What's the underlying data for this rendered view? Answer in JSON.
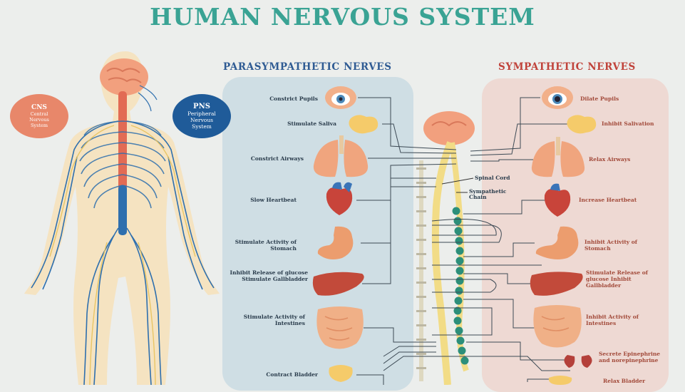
{
  "title": "HUMAN NERVOUS SYSTEM",
  "colors": {
    "title": "#3aa394",
    "para_header": "#2f5b93",
    "symp_header": "#c0423a",
    "para_panel": "#cfdee4",
    "symp_panel": "#eed9d3",
    "nerve_blue": "#2e6fae",
    "spine_yellow": "#f2dc86",
    "spine_green": "#2c8f7a",
    "cns_circle": "#e8876a",
    "pns_circle": "#1f5b99"
  },
  "body_map": {
    "cns": {
      "title": "CNS",
      "lines": [
        "Central",
        "Nervous",
        "System"
      ]
    },
    "pns": {
      "title": "PNS",
      "lines": [
        "Peripheral",
        "Nervous",
        "System"
      ]
    }
  },
  "parasympathetic": {
    "header": "PARASYMPATHETIC NERVES",
    "items": [
      {
        "label": "Constrict Pupils",
        "organ": "eye-icon"
      },
      {
        "label": "Stimulate Saliva",
        "organ": "salivary-gland-icon"
      },
      {
        "label": "Constrict Airways",
        "organ": "lungs-icon"
      },
      {
        "label": "Slow Heartbeat",
        "organ": "heart-icon"
      },
      {
        "label": "Stimulate Activity of Stomach",
        "organ": "stomach-icon"
      },
      {
        "label": "Inhibit Release of glucose Stimulate Gallbladder",
        "organ": "liver-icon"
      },
      {
        "label": "Stimulate Activity of Intestines",
        "organ": "intestines-icon"
      },
      {
        "label": "Contract Bladder",
        "organ": "bladder-icon"
      }
    ]
  },
  "sympathetic": {
    "header": "SYMPATHETIC NERVES",
    "items": [
      {
        "label": "Dilate Pupils",
        "organ": "eye-icon"
      },
      {
        "label": "Inhibit Salivation",
        "organ": "salivary-gland-icon"
      },
      {
        "label": "Relax Airways",
        "organ": "lungs-icon"
      },
      {
        "label": "Increase Heartbeat",
        "organ": "heart-icon"
      },
      {
        "label": "Inhibit Activity of Stomach",
        "organ": "stomach-icon"
      },
      {
        "label": "Stimulate Release of glucose Inhibit Gallbladder",
        "organ": "liver-icon"
      },
      {
        "label": "Inhibit Activity of Intestines",
        "organ": "intestines-icon"
      },
      {
        "label": "Secrete Epinephrine and norepinephrine",
        "organ": "kidney-icon"
      },
      {
        "label": "Relax Bladder",
        "organ": "bladder-icon"
      }
    ]
  },
  "spine_labels": {
    "spinal_cord": "Spinal Cord",
    "sympathetic_chain": "Sympathetic Chain"
  }
}
